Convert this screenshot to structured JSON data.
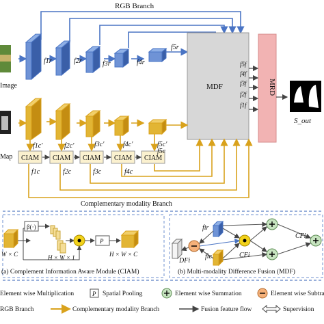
{
  "top": {
    "rgb_branch": "RGB Branch",
    "rgb_image_label": "Image",
    "depth_image_label": "Map",
    "mdf_label": "MDF",
    "mrd_label": "MRD",
    "output_label": "S_out",
    "complementary_branch": "Complementary modality Branch",
    "ciam_label": "CIAM",
    "rgb_features": [
      "f1r",
      "f2r",
      "f3r",
      "f4r",
      "f5r"
    ],
    "depth_features": [
      "f1c'",
      "f2c'",
      "f3c'",
      "f4c'",
      "f5c'"
    ],
    "ciam_outputs": [
      "f1c",
      "f2c",
      "f3c",
      "f4c",
      "f5c"
    ],
    "fused_features": [
      "f5f",
      "f4f",
      "f3f",
      "f2f",
      "f1f"
    ]
  },
  "ciam_panel": {
    "caption": "(a) Complement Information Aware Module (CIAM)",
    "input_dim": "W × C",
    "mid_dim": "H × W × 1",
    "out_dim": "H × W × C",
    "beta": "β(·)",
    "pool": "P"
  },
  "mdf_panel": {
    "caption": "(b) Multi-modality Difference Fusion (MDF)",
    "fr": "fir",
    "fc": "fic",
    "df": "DFi",
    "cf": "CFi",
    "cf_out": "CFi",
    "subtra": "Subtra"
  },
  "legend": {
    "mult": "Element wise Multiplication",
    "pool_symbol": "P",
    "pool": "Spatial Pooling",
    "sum": "Element wise Summation",
    "sub": "Element wise Subtra",
    "rgb": "RGB Branch",
    "comp": "Complementary modality Branch",
    "flow": "Fusion feature flow",
    "sup": "Supervision"
  },
  "colors": {
    "blue": "#4a74c4",
    "gold": "#d9a21c",
    "gray_box": "#d7d7d7",
    "mrd": "#f2b3b3",
    "ciam_box": "#fbf1cf",
    "green": "#c7e4c0",
    "orange": "#f5b17a"
  }
}
